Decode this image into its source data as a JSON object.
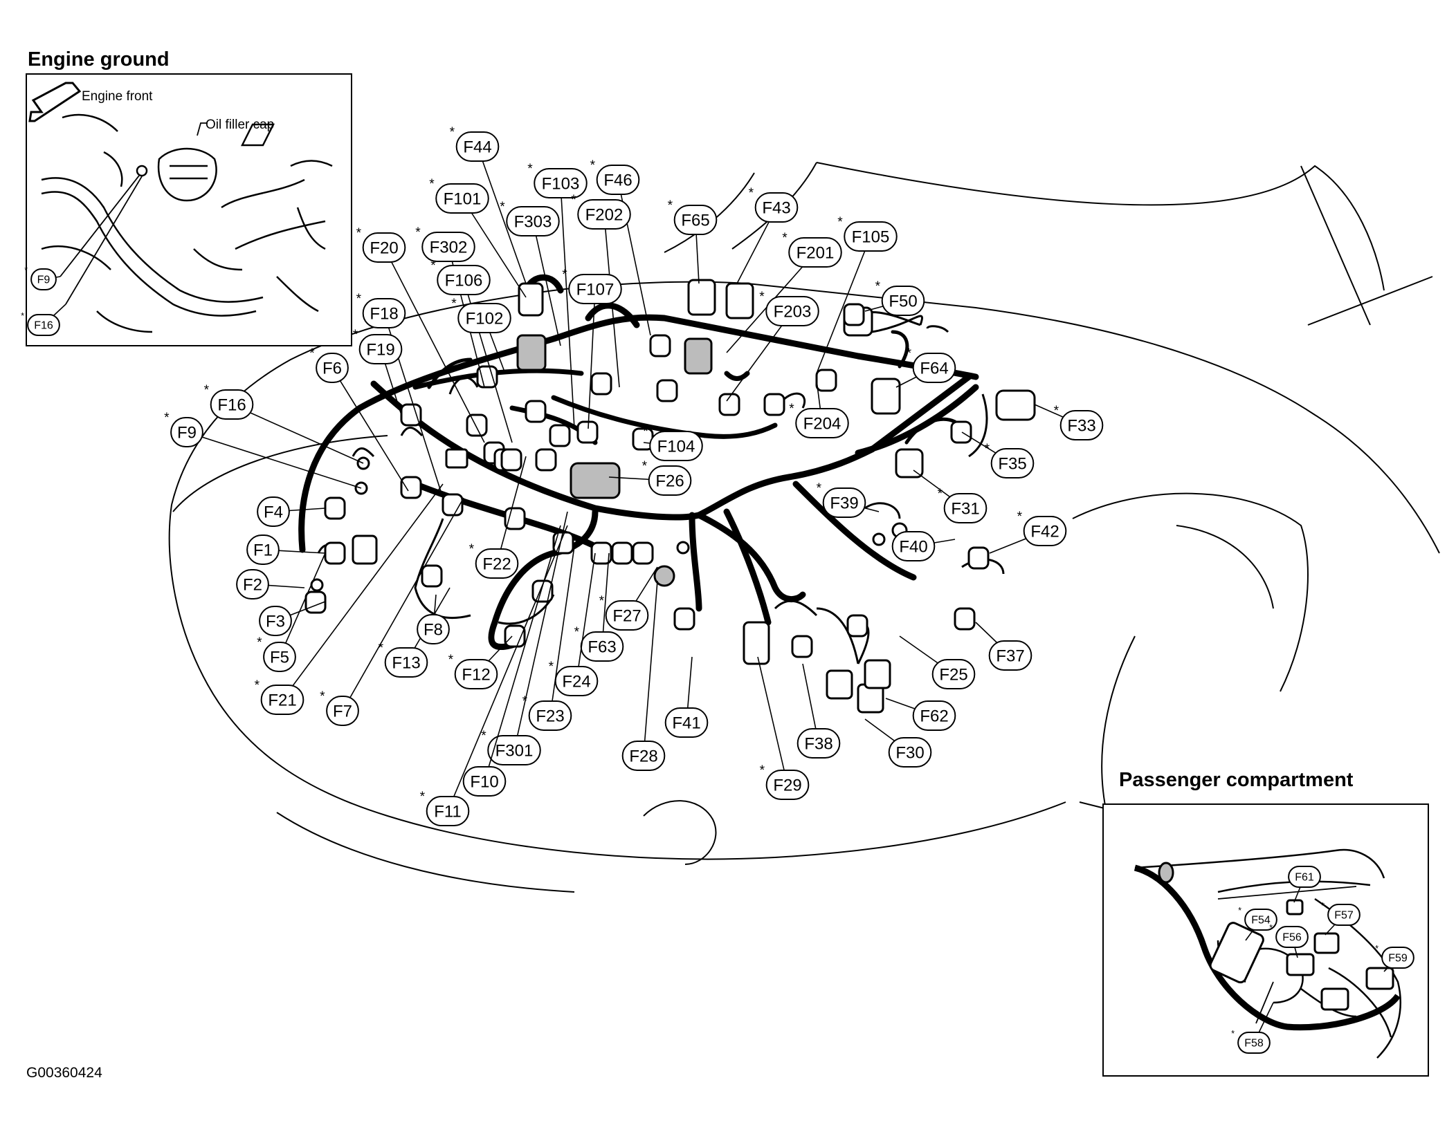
{
  "titles": {
    "engine_ground": "Engine ground",
    "passenger_compartment": "Passenger compartment"
  },
  "inset_engine_ground": {
    "arrow_label": "Engine front",
    "oil_label": "Oil filler cap",
    "labels": [
      "F9",
      "F16"
    ]
  },
  "main_labels": {
    "starred": [
      "F44",
      "F101",
      "F103",
      "F46",
      "F303",
      "F202",
      "F65",
      "F43",
      "F105",
      "F302",
      "F201",
      "F20",
      "F106",
      "F107",
      "F50",
      "F18",
      "F102",
      "F203",
      "F19",
      "F6",
      "F64",
      "F16",
      "F204",
      "F33",
      "F9",
      "F104",
      "F26",
      "F35",
      "F39",
      "F31",
      "F42",
      "F22",
      "F27",
      "F63",
      "F24",
      "F23",
      "F5",
      "F13",
      "F12",
      "F21",
      "F7",
      "F301",
      "F11",
      "F29"
    ],
    "plain": [
      "F4",
      "F1",
      "F2",
      "F3",
      "F8",
      "F40",
      "F37",
      "F25",
      "F62",
      "F41",
      "F30",
      "F38",
      "F28",
      "F10"
    ]
  },
  "inset_passenger": {
    "labels": [
      "F61",
      "F54",
      "F57",
      "F56",
      "F59",
      "F58"
    ]
  },
  "document_code": "G00360424",
  "colors": {
    "line": "#000000",
    "background": "#ffffff",
    "shading": "#bcbcbc"
  }
}
